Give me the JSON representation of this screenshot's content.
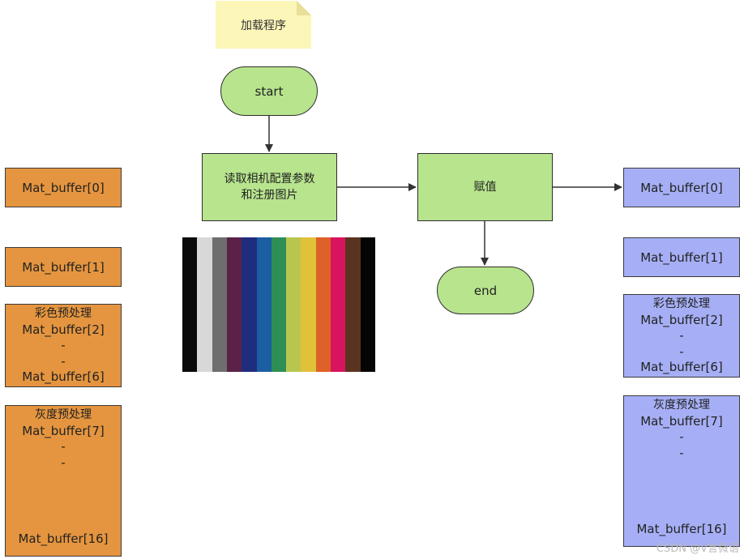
{
  "note": {
    "text": "加载程序"
  },
  "flow": {
    "start": "start",
    "read_line1": "读取相机配置参数",
    "read_line2": "和注册图片",
    "assign": "赋值",
    "end": "end"
  },
  "left_buffers": {
    "b0": "Mat_buffer[0]",
    "b1": "Mat_buffer[1]",
    "color_group": {
      "title": "彩色预处理",
      "first": "Mat_buffer[2]",
      "dash1": "-",
      "dash2": "-",
      "last": "Mat_buffer[6]"
    },
    "gray_group": {
      "title": "灰度预处理",
      "first": "Mat_buffer[7]",
      "dash1": "-",
      "dash2": "-",
      "last": "Mat_buffer[16]"
    }
  },
  "right_buffers": {
    "b0": "Mat_buffer[0]",
    "b1": "Mat_buffer[1]",
    "color_group": {
      "title": "彩色预处理",
      "first": "Mat_buffer[2]",
      "dash1": "-",
      "dash2": "-",
      "last": "Mat_buffer[6]"
    },
    "gray_group": {
      "title": "灰度预处理",
      "first": "Mat_buffer[7]",
      "dash1": "-",
      "dash2": "-",
      "last": "Mat_buffer[16]"
    }
  },
  "colors": {
    "flow_fill": "#b7e48d",
    "left_fill": "#e5953f",
    "right_fill": "#a6aff5",
    "note_fill": "#fdf6b9"
  },
  "image_stripes": [
    "#0a0a0a",
    "#d8d8d8",
    "#6e6e6e",
    "#5b2147",
    "#1f2d7e",
    "#1b5ea2",
    "#2e8f56",
    "#b8c64d",
    "#e0c13a",
    "#dd6128",
    "#d9145f",
    "#5a3420",
    "#050505"
  ],
  "watermark": "CSDN @V言微语"
}
